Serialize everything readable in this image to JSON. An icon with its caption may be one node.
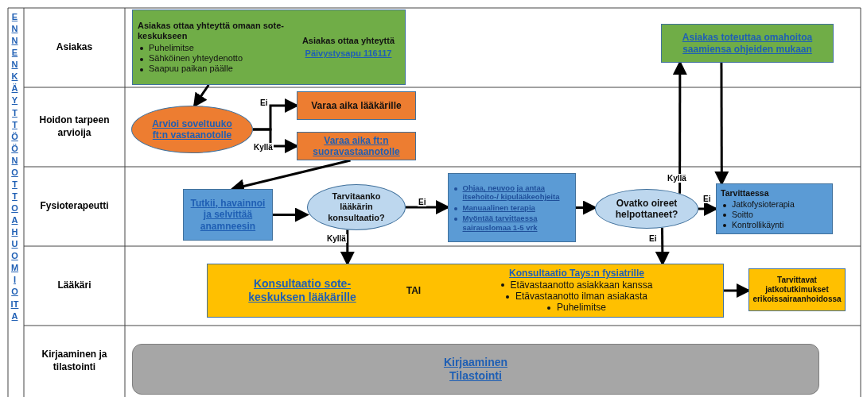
{
  "diagram": {
    "nodes": [
      {
        "text": [
          "Asiakas ottaa yhteyttä omaan sote-keskukseen",
          "Puhelimitse",
          "Sähköinen yhteydenotto",
          "Saapuu paikan päälle",
          "Asiakas ottaa yhteyttä",
          "Päivystysapu 116117"
        ]
      },
      {
        "text": [
          "Arvioi soveltuuko ft:n vastaanotolle"
        ]
      },
      {
        "text": [
          "Varaa aika lääkärille"
        ]
      },
      {
        "text": [
          "Varaa aika ft:n suoravastaanotolle"
        ]
      },
      {
        "text": [
          "Asiakas toteuttaa omahoitoa saamiensa ohjeiden mukaan"
        ]
      },
      {
        "text": [
          "Tutkii, havainnoi ja selvittää anamneesin"
        ]
      },
      {
        "text": [
          "Tarvitaanko lääkärin konsultaatio?"
        ]
      },
      {
        "text": [
          "Ohjaa, neuvoo ja antaa itsehoito-/ kipulääkeohjeita",
          "Manuaalinen terapia",
          "Myöntää tarvittaessa sairauslomaa 1-5 vrk"
        ]
      },
      {
        "text": [
          "Ovatko oireet helpottaneet?"
        ]
      },
      {
        "text": [
          "Tarvittaessa",
          "Jatkofysioterapia",
          "Soitto",
          "Kontrollikäynti"
        ]
      },
      {
        "text": [
          "Konsultaatio sote-keskuksen lääkärille",
          "TAI",
          "Konsultaatio Tays:n fysiatrille",
          "Etävastaanotto asiakkaan kanssa",
          "Etävastaanotto ilman asiakasta",
          "Puhelimitse"
        ]
      },
      {
        "text": [
          "Tarvittavat jatkotutkimukset erikoissairaanhoidossa"
        ]
      },
      {
        "text": [
          "Kirjaaminen",
          "Tilastointi"
        ]
      }
    ],
    "edges": [
      {
        "from": 0,
        "to": 1,
        "arrow": "to"
      },
      {
        "from": 1,
        "to": 2,
        "arrow": "to",
        "label": "Ei"
      },
      {
        "from": 1,
        "to": 3,
        "arrow": "to",
        "label": "Kyllä"
      },
      {
        "from": 3,
        "to": 5,
        "arrow": "to"
      },
      {
        "from": 5,
        "to": 6,
        "arrow": "to"
      },
      {
        "from": 6,
        "to": 7,
        "arrow": "to",
        "label": "Ei"
      },
      {
        "from": 6,
        "to": 10,
        "arrow": "to",
        "label": "Kyllä"
      },
      {
        "from": 7,
        "to": 8,
        "arrow": "to"
      },
      {
        "from": 8,
        "to": 4,
        "arrow": "to",
        "label": "Kyllä"
      },
      {
        "from": 4,
        "to": 9,
        "arrow": "to"
      },
      {
        "from": 8,
        "to": 9,
        "arrow": "to",
        "label": "Ei"
      },
      {
        "from": 8,
        "to": 10,
        "arrow": "to",
        "label": "Ei"
      },
      {
        "from": 10,
        "to": 11,
        "arrow": "to"
      }
    ],
    "labels": [
      "ENNEN KÄYTTÖÖNOTTOA HUOMIOITA",
      "Asiakas",
      "Hoidon tarpeen arvioija",
      "Fysioterapeutti",
      "Lääkäri",
      "Kirjaaminen ja tilastointi"
    ]
  }
}
